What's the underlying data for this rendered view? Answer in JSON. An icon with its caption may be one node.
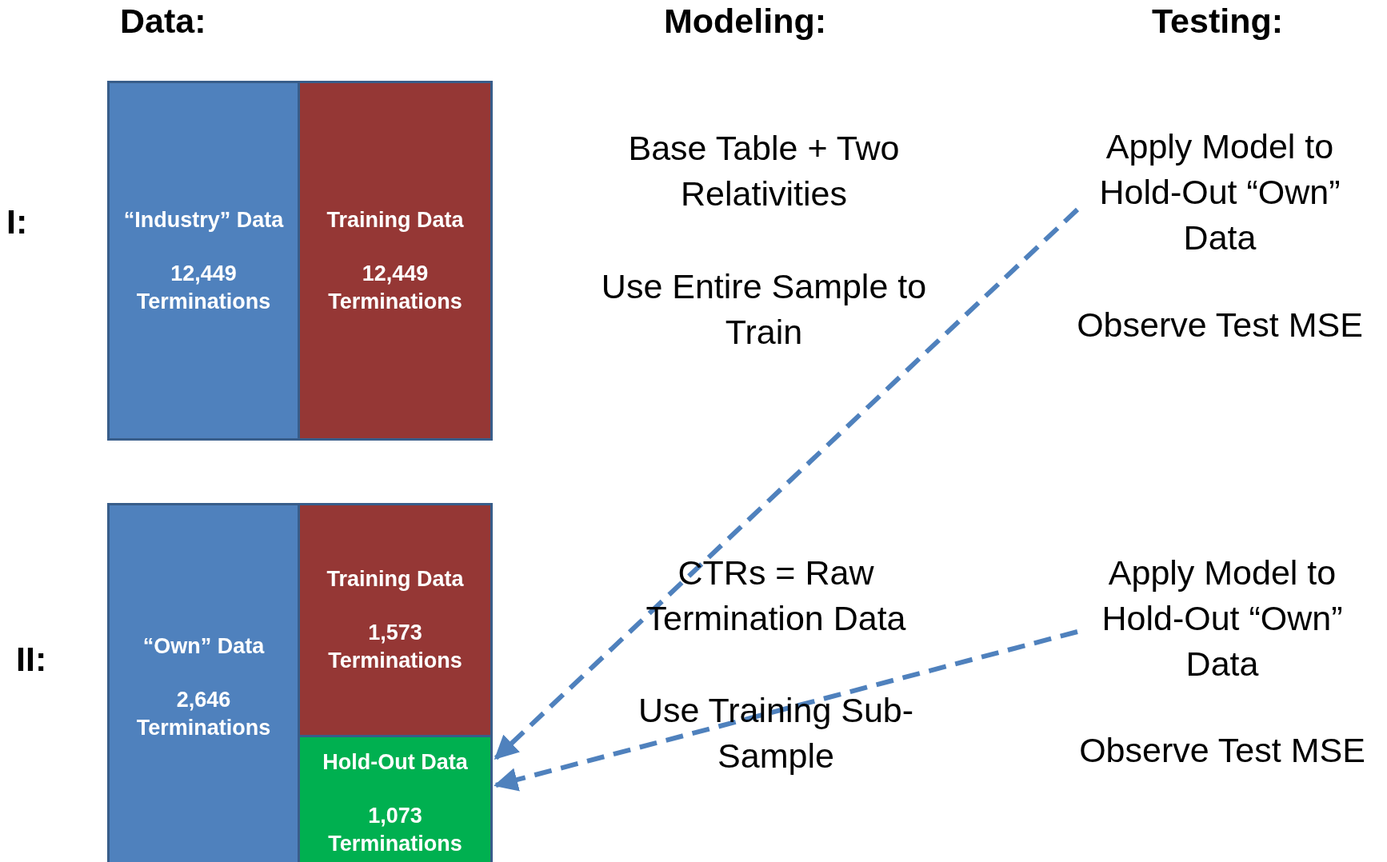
{
  "diagram": {
    "nodes": [
      {
        "text": [
          "“Industry” Data",
          "12,449 Terminations"
        ]
      },
      {
        "text": [
          "Training Data",
          "12,449 Terminations"
        ]
      },
      {
        "text": [
          "“Own” Data",
          "2,646 Terminations"
        ]
      },
      {
        "text": [
          "Training Data",
          "1,573 Terminations"
        ]
      },
      {
        "text": [
          "Hold-Out Data",
          "1,073 Terminations"
        ]
      },
      {
        "text": [
          "Apply Model to Hold-Out “Own” Data"
        ]
      },
      {
        "text": [
          "Apply Model to Hold-Out “Own” Data"
        ]
      }
    ],
    "edges": [
      {
        "from": 5,
        "to": 4,
        "arrow": "to",
        "style": "dashed"
      },
      {
        "from": 6,
        "to": 4,
        "arrow": "to",
        "style": "dashed"
      }
    ],
    "labels": [
      "Data:",
      "Modeling:",
      "Testing:",
      "I:",
      "Base Table + Two Relativities",
      "Use Entire Sample to Train",
      "Observe Test MSE",
      "II:",
      "CTRs = Raw Termination Data",
      "Use Training Sub-Sample",
      "Observe Test MSE"
    ]
  }
}
